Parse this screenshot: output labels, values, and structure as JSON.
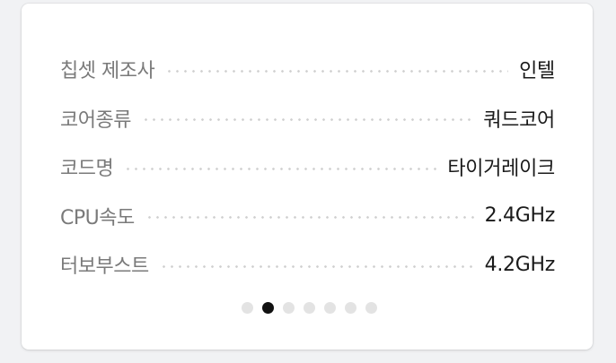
{
  "specs": [
    {
      "label": "칩셋 제조사",
      "value": "인텔"
    },
    {
      "label": "코어종류",
      "value": "쿼드코어"
    },
    {
      "label": "코드명",
      "value": "타이거레이크"
    },
    {
      "label": "CPU속도",
      "value": "2.4GHz"
    },
    {
      "label": "터보부스트",
      "value": "4.2GHz"
    }
  ],
  "pager": {
    "total": 7,
    "active_index": 1,
    "colors": {
      "active": "#111111",
      "inactive": "#e3e3e3"
    }
  }
}
